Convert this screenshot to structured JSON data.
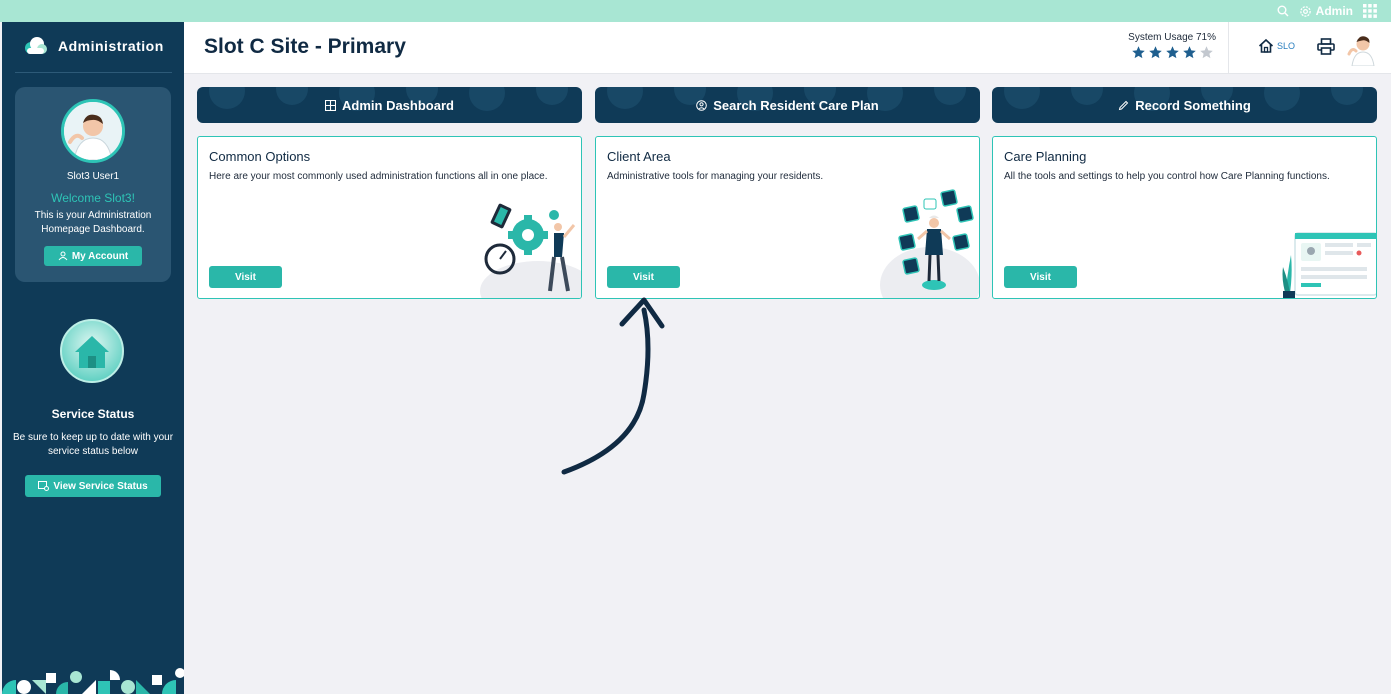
{
  "topbar": {
    "user_label": "Admin"
  },
  "sidebar": {
    "brand": "Administration",
    "profile": {
      "username": "Slot3 User1",
      "welcome": "Welcome Slot3!",
      "intro": "This is your Administration Homepage Dashboard.",
      "account_button": "My Account"
    },
    "service": {
      "title": "Service Status",
      "text": "Be sure to keep up to date with your service status below",
      "button": "View Service Status"
    }
  },
  "header": {
    "title": "Slot C Site - Primary",
    "usage_label": "System Usage 71%",
    "rating": {
      "filled": 4,
      "total": 5
    },
    "home_label": "SLO"
  },
  "tabs": [
    {
      "label": "Admin Dashboard",
      "icon": "grid-icon"
    },
    {
      "label": "Search Resident Care Plan",
      "icon": "user-circle-icon"
    },
    {
      "label": "Record Something",
      "icon": "pencil-icon"
    }
  ],
  "cards": [
    {
      "title": "Common Options",
      "description": "Here are your most commonly used administration functions all in one place.",
      "button": "Visit"
    },
    {
      "title": "Client Area",
      "description": "Administrative tools for managing your residents.",
      "button": "Visit"
    },
    {
      "title": "Care Planning",
      "description": "All the tools and settings to help you control how Care Planning functions.",
      "button": "Visit"
    }
  ],
  "colors": {
    "navy": "#0f3a57",
    "teal": "#2ab7a9",
    "mint": "#a8e6d3",
    "background": "#f1f1f5"
  }
}
